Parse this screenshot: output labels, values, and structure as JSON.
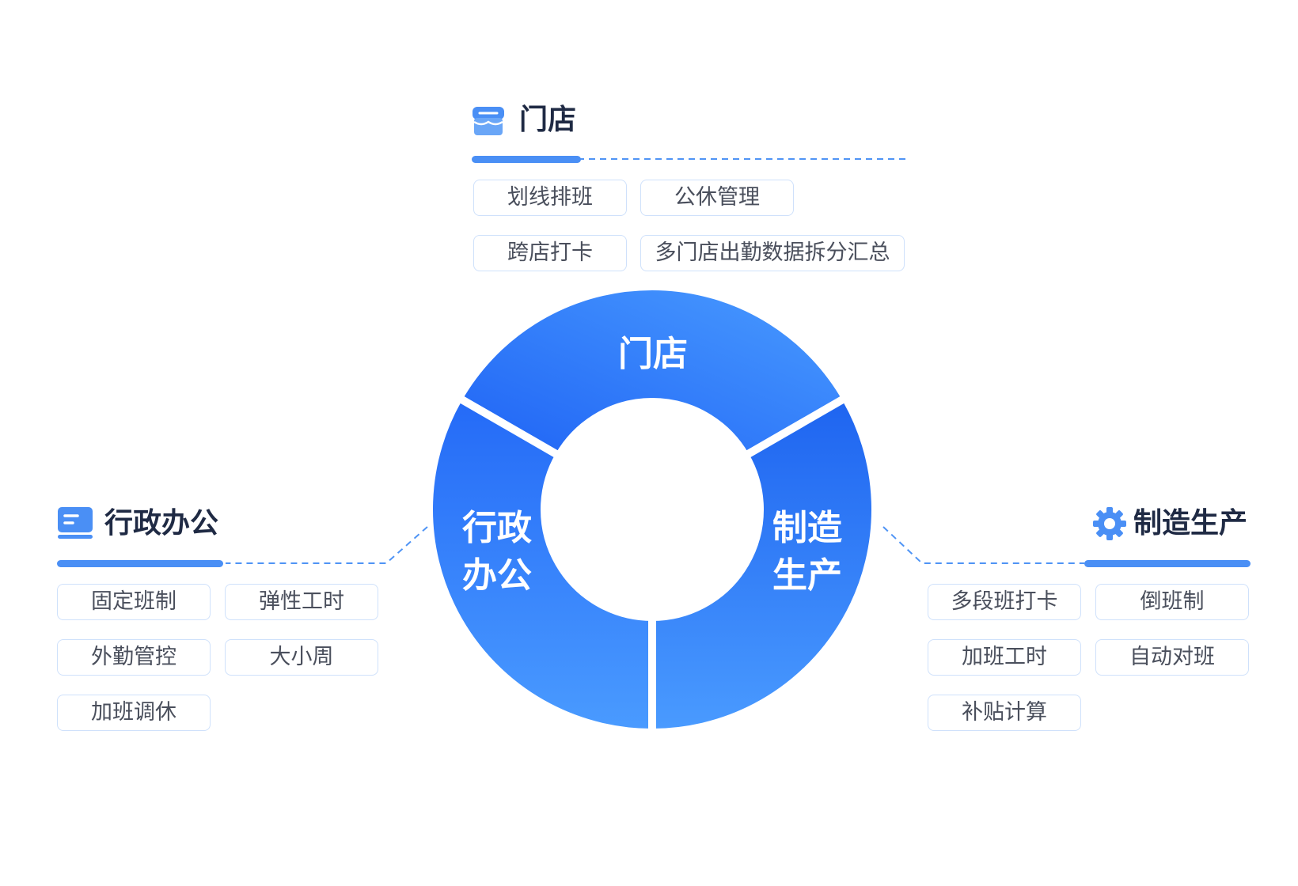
{
  "colors": {
    "primary": "#2f7cf6",
    "light": "#4a9bff",
    "dark": "#1e64f0",
    "tag_border": "#cfe1fb",
    "title": "#1f2a44"
  },
  "ring": {
    "store": "门店",
    "admin_1": "行政",
    "admin_2": "办公",
    "mfg_1": "制造",
    "mfg_2": "生产"
  },
  "store": {
    "title": "门店",
    "icon": "store-icon",
    "tags": [
      "划线排班",
      "公休管理",
      "跨店打卡",
      "多门店出勤数据拆分汇总"
    ]
  },
  "admin": {
    "title": "行政办公",
    "icon": "document-icon",
    "tags": [
      "固定班制",
      "弹性工时",
      "外勤管控",
      "大小周",
      "加班调休"
    ]
  },
  "mfg": {
    "title": "制造生产",
    "icon": "gear-icon",
    "tags": [
      "多段班打卡",
      "倒班制",
      "加班工时",
      "自动对班",
      "补贴计算"
    ]
  }
}
